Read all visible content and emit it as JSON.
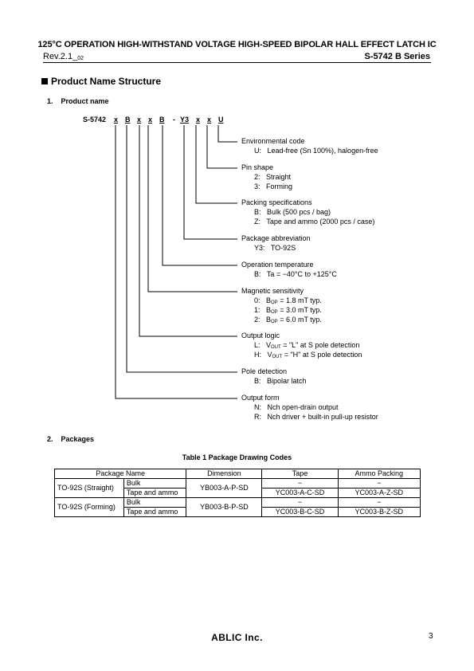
{
  "header": {
    "title": "125°C OPERATION HIGH-WITHSTAND VOLTAGE HIGH-SPEED BIPOLAR HALL EFFECT LATCH IC",
    "revision": "Rev.2.1",
    "revision_sub": "02",
    "series": "S-5742 B Series"
  },
  "section": {
    "title": "Product Name Structure",
    "sub1": "1.    Product name",
    "sub2": "2.    Packages"
  },
  "product_name": {
    "prefix": "S-5742",
    "chars": [
      "x",
      "B",
      "x",
      "x",
      "B",
      "-",
      "Y3",
      "x",
      "x",
      "U"
    ]
  },
  "groups": [
    {
      "label": "Environmental code",
      "items": [
        "U:   Lead-free (Sn 100%), halogen-free"
      ]
    },
    {
      "label": "Pin shape",
      "items": [
        "2:   Straight",
        "3:   Forming"
      ]
    },
    {
      "label": "Packing specifications",
      "items": [
        "B:   Bulk (500 pcs / bag)",
        "Z:   Tape and ammo (2000 pcs / case)"
      ]
    },
    {
      "label": "Package abbreviation",
      "items": [
        "Y3:   TO-92S"
      ]
    },
    {
      "label": "Operation temperature",
      "items": [
        "B:   Ta = −40°C to +125°C"
      ]
    },
    {
      "label": "Magnetic sensitivity",
      "items": [
        {
          "pre": "0:   B",
          "sub": "OP",
          "post": " = 1.8 mT typ."
        },
        {
          "pre": "1:   B",
          "sub": "OP",
          "post": " = 3.0 mT typ."
        },
        {
          "pre": "2:   B",
          "sub": "OP",
          "post": " = 6.0 mT typ."
        }
      ]
    },
    {
      "label": "Output logic",
      "items": [
        {
          "pre": "L:   V",
          "sub": "OUT",
          "post": " = \"L\" at S pole detection"
        },
        {
          "pre": "H:   V",
          "sub": "OUT",
          "post": " = \"H\" at S pole detection"
        }
      ]
    },
    {
      "label": "Pole detection",
      "items": [
        "B:   Bipolar latch"
      ]
    },
    {
      "label": "Output form",
      "items": [
        "N:   Nch open-drain output",
        "R:   Nch driver + built-in pull-up resistor"
      ]
    }
  ],
  "table": {
    "caption": "Table 1    Package Drawing Codes",
    "headers": [
      "Package Name",
      "Dimension",
      "Tape",
      "Ammo Packing"
    ],
    "rows": [
      {
        "pkg": "TO-92S (Straight)",
        "dim": "YB003-A-P-SD",
        "subs": [
          {
            "type": "Bulk",
            "tape": "−",
            "ammo": "−"
          },
          {
            "type": "Tape and ammo",
            "tape": "YC003-A-C-SD",
            "ammo": "YC003-A-Z-SD"
          }
        ]
      },
      {
        "pkg": "TO-92S (Forming)",
        "dim": "YB003-B-P-SD",
        "subs": [
          {
            "type": "Bulk",
            "tape": "−",
            "ammo": "−"
          },
          {
            "type": "Tape and ammo",
            "tape": "YC003-B-C-SD",
            "ammo": "YC003-B-Z-SD"
          }
        ]
      }
    ]
  },
  "footer": {
    "logo": "ABLIC Inc.",
    "page": "3"
  }
}
